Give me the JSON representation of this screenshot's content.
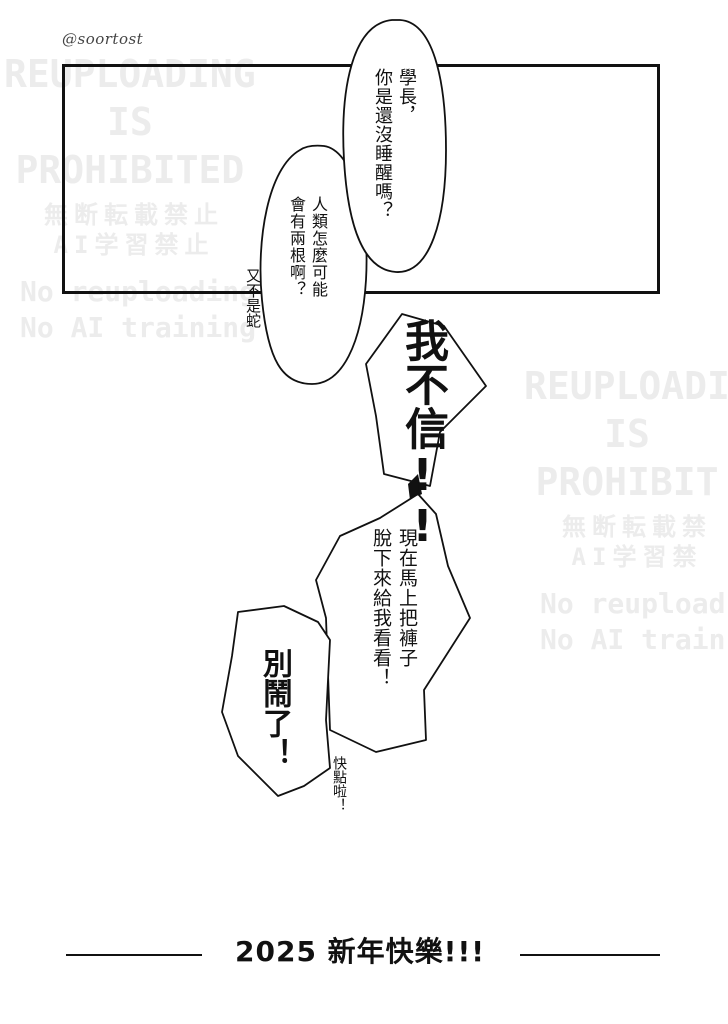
{
  "signature": "@soortost",
  "watermark": {
    "block_1": {
      "title": "REUPLOADING\nIS\nPROHIBITED",
      "jp": "無断転載禁止\nAI学習禁止",
      "en": "No reuploading\nNo AI training"
    },
    "block_2": {
      "title": "REUPLOADI\nIS\nPROHIBIT",
      "jp": "無断転載禁\nAI学習禁",
      "en": "No reupload\nNo AI train"
    }
  },
  "bubbles": {
    "senpai_awake": "學長，\n你是還沒睡醒嗎？",
    "two_roots": "人類怎麼可能\n會有兩根啊？",
    "not_snake": "又不是蛇",
    "dont_believe": "我不信!!",
    "take_off_pants": "現在馬上把褲子\n脫下來給我看看！",
    "stop_it": "別鬧了！",
    "hurry_up": "快點啦！"
  },
  "footer": {
    "text": "2025 新年快樂!!!"
  }
}
